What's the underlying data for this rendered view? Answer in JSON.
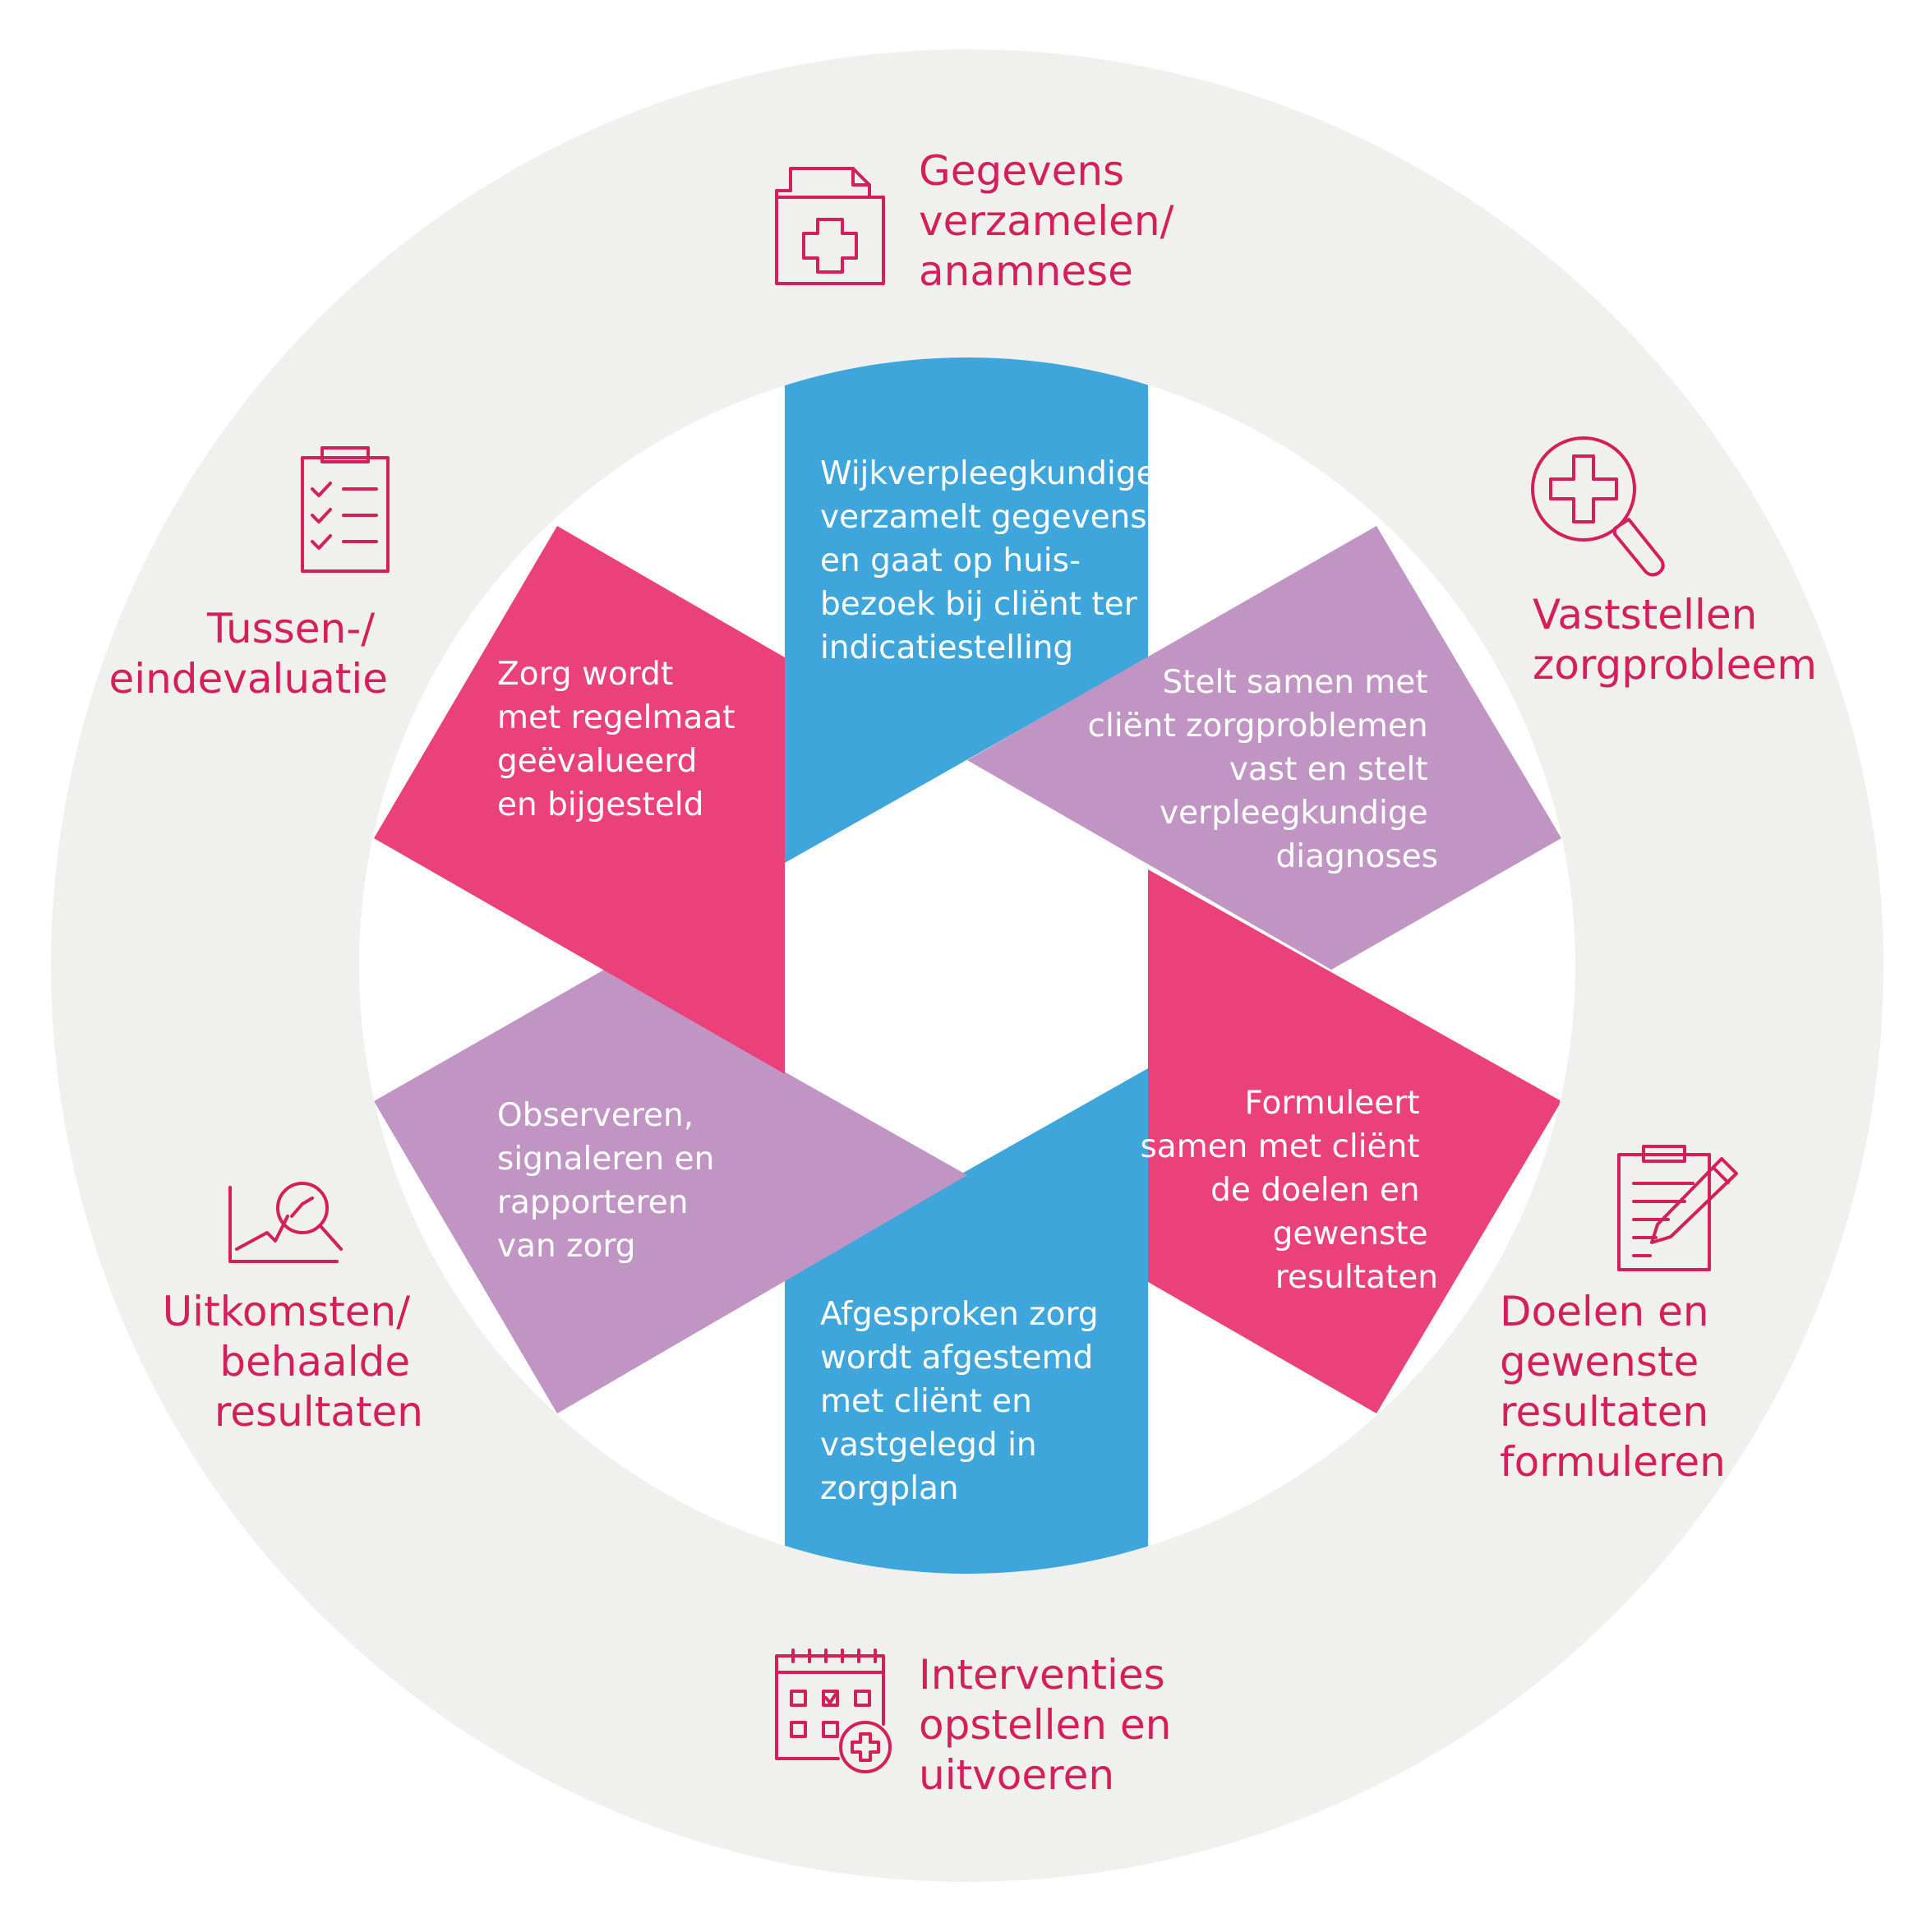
{
  "colors": {
    "ring": "#f0f0ee",
    "inner_disc": "#ffffff",
    "blue": "#3ea6da",
    "pink": "#ea417b",
    "purple": "#c095c4",
    "label": "#d31f5b"
  },
  "steps": [
    {
      "id": "gegevens",
      "icon": "medical-folder-icon",
      "label_lines": [
        "Gegevens",
        "verzamelen/",
        "anamnese"
      ]
    },
    {
      "id": "vaststellen",
      "icon": "medical-magnifier-icon",
      "label_lines": [
        "Vaststellen",
        "zorgprobleem"
      ]
    },
    {
      "id": "doelen",
      "icon": "clipboard-pencil-icon",
      "label_lines": [
        "Doelen en",
        "gewenste",
        "resultaten",
        "formuleren"
      ]
    },
    {
      "id": "interventies",
      "icon": "calendar-medical-icon",
      "label_lines": [
        "Interventies",
        "opstellen en",
        "uitvoeren"
      ]
    },
    {
      "id": "uitkomsten",
      "icon": "chart-magnifier-icon",
      "label_lines": [
        "Uitkomsten/",
        "behaalde",
        "resultaten"
      ]
    },
    {
      "id": "evaluatie",
      "icon": "checklist-clipboard-icon",
      "label_lines": [
        "Tussen-/",
        "eindevaluatie"
      ]
    }
  ],
  "segments": [
    {
      "id": "blue-top",
      "color": "blue",
      "text_lines": [
        "Wijkverpleegkundige",
        "verzamelt gegevens",
        "en gaat op huis-",
        "bezoek bij cliënt ter",
        "indicatiestelling"
      ]
    },
    {
      "id": "purple-right",
      "color": "purple",
      "text_lines": [
        "Stelt samen met",
        "cliënt zorgproblemen",
        "vast en stelt",
        "verpleegkundige",
        "diagnoses"
      ]
    },
    {
      "id": "pink-right",
      "color": "pink",
      "text_lines": [
        "Formuleert",
        "samen met cliënt",
        "de doelen en",
        "gewenste",
        "resultaten"
      ]
    },
    {
      "id": "blue-bottom",
      "color": "blue",
      "text_lines": [
        "Afgesproken zorg",
        "wordt afgestemd",
        "met cliënt en",
        "vastgelegd in",
        "zorgplan"
      ]
    },
    {
      "id": "purple-left",
      "color": "purple",
      "text_lines": [
        "Observeren,",
        "signaleren en",
        "rapporteren",
        "van zorg"
      ]
    },
    {
      "id": "pink-left",
      "color": "pink",
      "text_lines": [
        "Zorg wordt",
        "met regelmaat",
        "geëvalueerd",
        "en bijgesteld"
      ]
    }
  ]
}
